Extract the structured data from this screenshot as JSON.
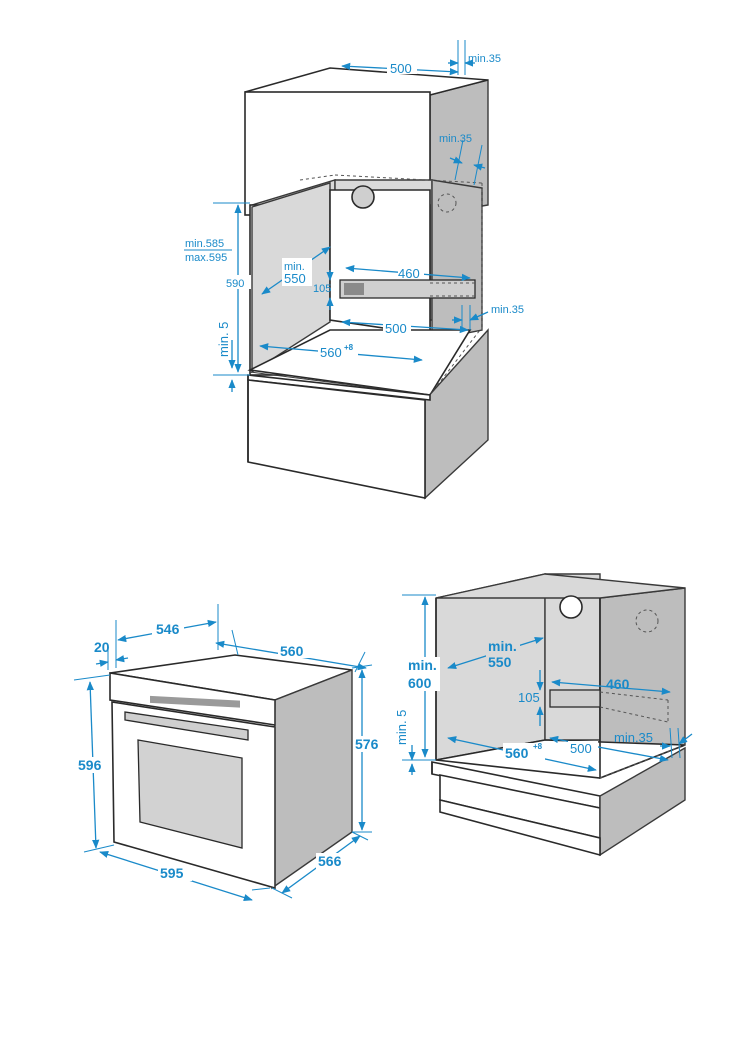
{
  "diagram1": {
    "top_width": "500",
    "top_clearance": "min.35",
    "back_clearance": "min.35",
    "niche_height_min": "min.585",
    "niche_height_max": "max.595",
    "side_height": "590",
    "depth_min_line1": "min.",
    "depth_min_line2": "550",
    "rail_width": "460",
    "rail_height": "105",
    "rail_clearance": "min.35",
    "floor_depth": "500",
    "gap_min": "min. 5",
    "niche_width": "560",
    "niche_width_tol": "+8"
  },
  "diagram2": {
    "depth_top": "546",
    "front_panel": "20",
    "width_top": "560",
    "front_height": "596",
    "body_height": "576",
    "front_width": "595",
    "depth_side": "566"
  },
  "diagram3": {
    "niche_depth_line1": "min.",
    "niche_depth_line2": "550",
    "niche_height_line1": "min.",
    "niche_height_line2": "600",
    "rail_width": "460",
    "rail_height": "105",
    "gap_min": "min. 5",
    "niche_width": "560",
    "niche_width_tol": "+8",
    "floor_depth": "500",
    "back_clearance": "min.35"
  }
}
